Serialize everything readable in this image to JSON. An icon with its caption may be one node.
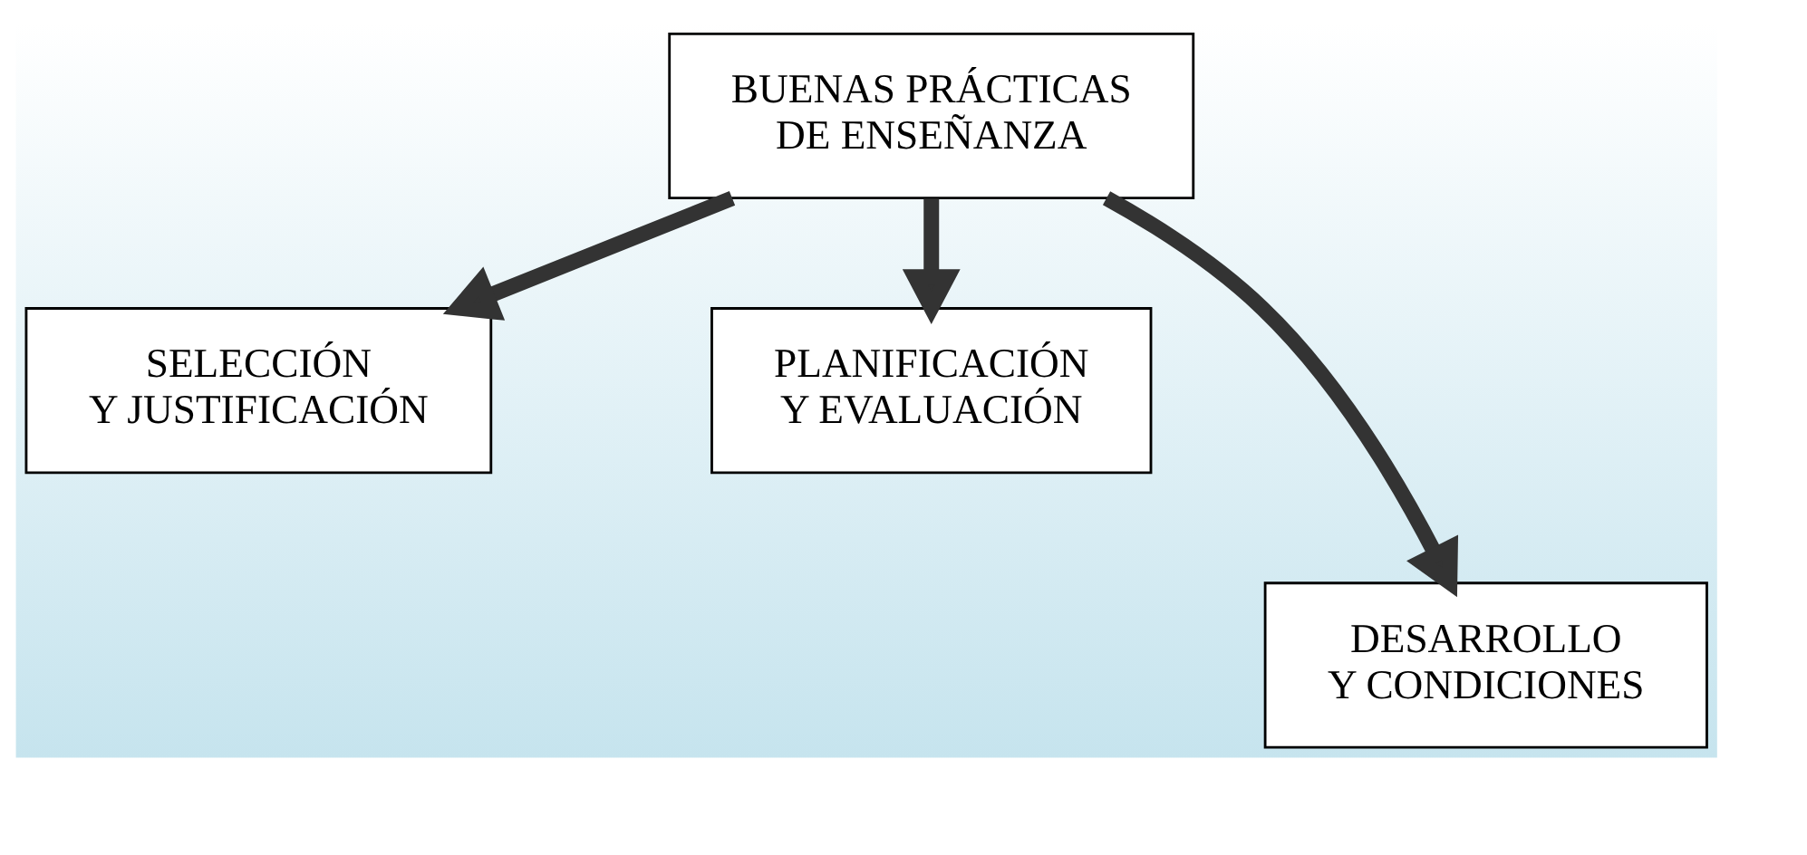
{
  "diagram": {
    "nodes": [
      {
        "text": [
          "BUENAS PRÁCTICAS DE ENSEÑANZA"
        ]
      },
      {
        "text": [
          "SELECCIÓN Y JUSTIFICACIÓN"
        ]
      },
      {
        "text": [
          "PLANIFICACIÓN Y EVALUACIÓN"
        ]
      },
      {
        "text": [
          "DESARROLLO Y CONDICIONES"
        ]
      }
    ],
    "edges": [
      {
        "from": 0,
        "to": 1,
        "arrow": "to"
      },
      {
        "from": 0,
        "to": 2,
        "arrow": "to"
      },
      {
        "from": 0,
        "to": 3,
        "arrow": "to"
      }
    ]
  }
}
